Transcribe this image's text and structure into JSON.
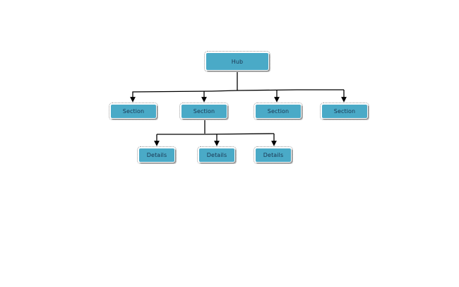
{
  "diagram": {
    "type": "hierarchy",
    "colors": {
      "node_fill": "#4aaac7",
      "node_text": "#1a3550",
      "connector": "#000000"
    },
    "root": {
      "label": "Hub"
    },
    "sections": [
      {
        "label": "Section"
      },
      {
        "label": "Section"
      },
      {
        "label": "Section"
      },
      {
        "label": "Section"
      }
    ],
    "details": [
      {
        "label": "Details"
      },
      {
        "label": "Details"
      },
      {
        "label": "Details"
      }
    ]
  }
}
